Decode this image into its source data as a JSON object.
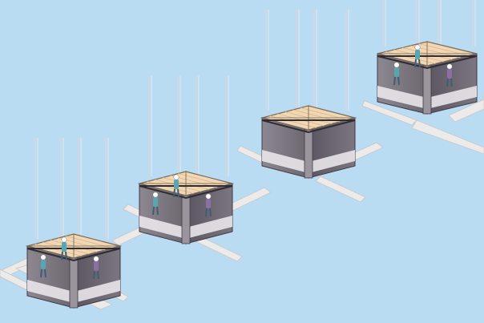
{
  "diagram": {
    "background": "#b9dcf3",
    "colors": {
      "block_side_dark": "#5f5a63",
      "block_side_mid": "#7a747c",
      "block_side_light": "#8f8890",
      "block_top": "#f1d7b4",
      "deck_line": "#7a6a58",
      "joint_band": "#e9e6ea",
      "slab_strip": "#ecebea",
      "cable": "#d7d5dc",
      "worker_body": "#57a7b2",
      "worker_body_alt": "#8e6ea6",
      "worker_helmet": "#ffffff"
    },
    "stages": [
      {
        "id": "stage-1",
        "workers": 3
      },
      {
        "id": "stage-2",
        "workers": 3
      },
      {
        "id": "stage-3",
        "workers": 0
      },
      {
        "id": "stage-4",
        "workers": 3
      }
    ]
  }
}
